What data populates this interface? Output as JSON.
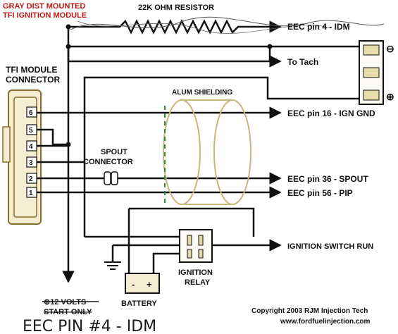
{
  "title_line1": "GRAY DIST MOUNTED",
  "title_line2": "TFI IGNITION MODULE",
  "resistor_label": "22K OHM RESISTOR",
  "connector_label_line1": "TFI MODULE",
  "connector_label_line2": "CONNECTOR",
  "pins": [
    "6",
    "5",
    "4",
    "3",
    "2",
    "1"
  ],
  "shielding_label": "ALUM SHIELDING",
  "spout_label_line1": "SPOUT",
  "spout_label_line2": "CONNECTOR",
  "outputs": {
    "idm": "EEC pin 4 - IDM",
    "tach": "To Tach",
    "ign_gnd": "EEC pin 16 - IGN GND",
    "spout": "EEC pin 36 - SPOUT",
    "pip": "EEC pin 56 - PIP",
    "ign_run": "IGNITION SWITCH RUN"
  },
  "relay_label_line1": "IGNITION",
  "relay_label_line2": "RELAY",
  "battery_label": "BATTERY",
  "battery_terminals": [
    "-",
    "+"
  ],
  "coil_symbols": [
    "⊖",
    "⊕"
  ],
  "volts_line1": "⊕12 VOLTS",
  "volts_line2": "START ONLY",
  "copyright_line1": "Copyright 2003 RJM Injection Tech",
  "copyright_line2": "www.fordfuelinjection.com",
  "handwritten_note": "EEC PIN #4 - IDM",
  "colors": {
    "wire": "#111111",
    "title_red": "#c01818",
    "connector_fill": "#f5edd2",
    "connector_stroke": "#8a6d2a",
    "shielding": "#c9b67a",
    "shield_dash": "#2e8b2e"
  }
}
